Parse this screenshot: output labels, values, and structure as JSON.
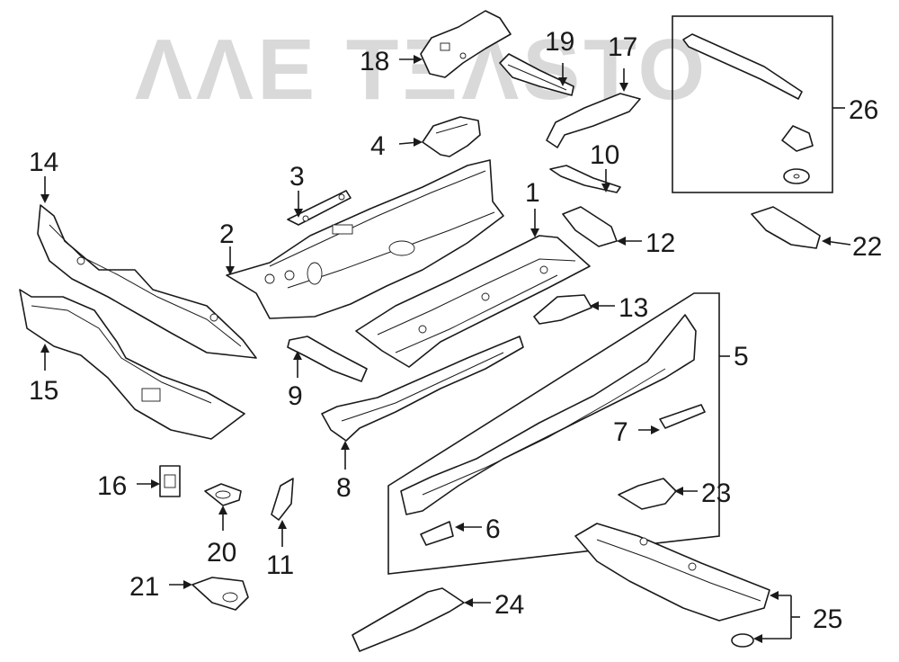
{
  "watermark": {
    "text": "ΛΛΕ ТΞΛЅТО",
    "color": "#d9d9d9"
  },
  "callouts": [
    "1",
    "2",
    "3",
    "4",
    "5",
    "6",
    "7",
    "8",
    "9",
    "10",
    "11",
    "12",
    "13",
    "14",
    "15",
    "16",
    "17",
    "18",
    "19",
    "20",
    "21",
    "22",
    "23",
    "24",
    "25",
    "26"
  ],
  "colors": {
    "line": "#1a1a1a",
    "background": "#ffffff"
  }
}
